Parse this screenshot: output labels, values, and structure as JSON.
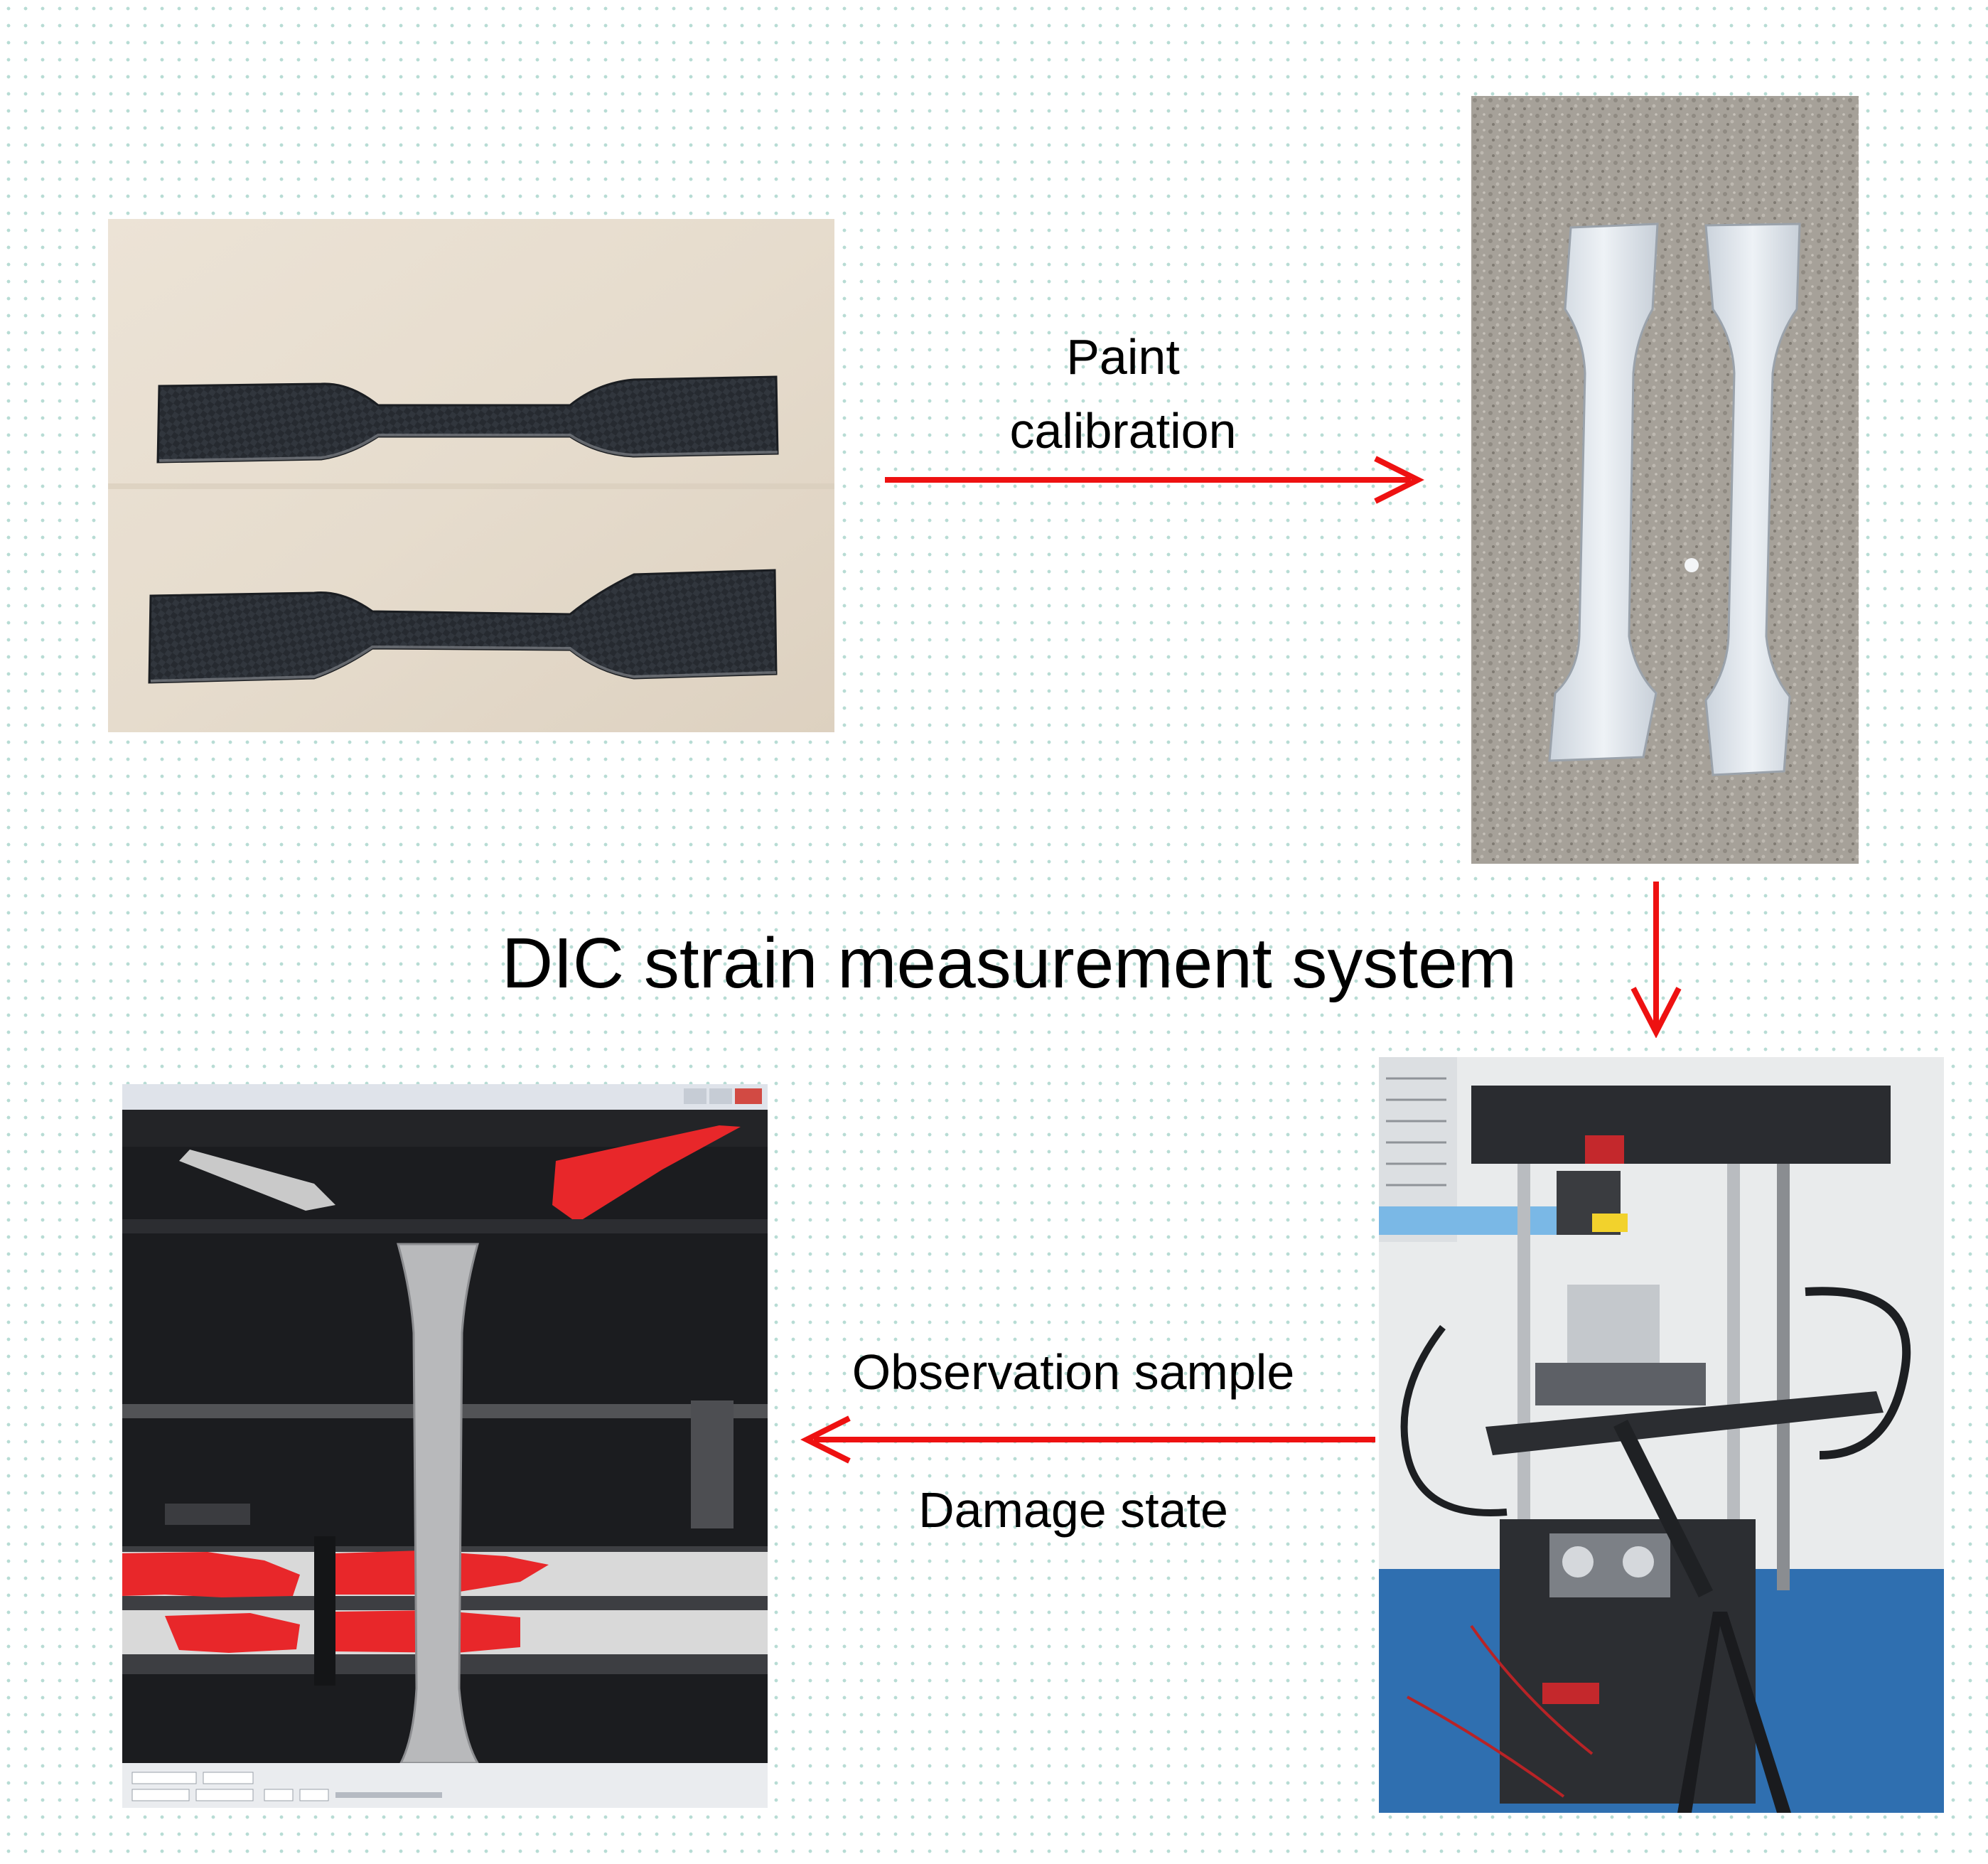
{
  "title": "DIC strain measurement system",
  "step_labels": {
    "paint_line1": "Paint",
    "paint_line2": "calibration",
    "observation": "Observation sample",
    "damage": "Damage state"
  },
  "colors": {
    "arrow": "#ee1111",
    "marker_red": "#e8272a",
    "carbon_dark": "#25292e",
    "paper_beige": "#e8ddd0",
    "gravel_grey": "#a8a49c",
    "painted_white": "#e4e9ee",
    "floor_blue": "#2f6fb0"
  }
}
